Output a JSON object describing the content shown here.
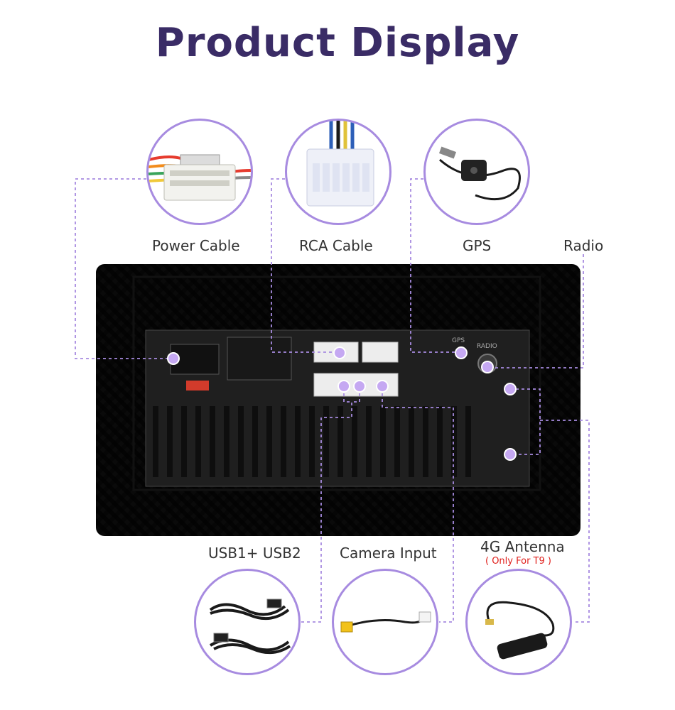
{
  "title": "Product Display",
  "components": {
    "power_cable": "Power Cable",
    "rca_cable": "RCA Cable",
    "gps": "GPS",
    "radio": "Radio",
    "usb": "USB1+ USB2",
    "camera_input": "Camera Input",
    "antenna_4g": "4G Antenna",
    "antenna_4g_note": "( Only For T9 )"
  },
  "panel_labels": {
    "gps_port": "GPS",
    "radio_port": "RADIO"
  },
  "colors": {
    "title": "#3a2c66",
    "accent": "#a78be0",
    "connector_dot": "#c5a8f2",
    "note": "#e0201c"
  }
}
